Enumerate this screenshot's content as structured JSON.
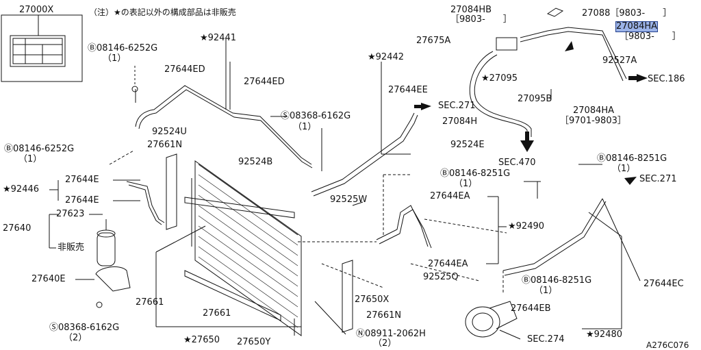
{
  "colors": {
    "ink": "#111111",
    "highlight": "#9bb3e8",
    "highlight_border": "#23408c"
  },
  "note": "（注）★の表記以外の構成部品は非販売",
  "code": "A276C076",
  "labels": {
    "p27000X": "27000X",
    "p08146_6252G_top": "Ⓑ08146-6252G",
    "p08146_6252G_top_qty": "（1）",
    "p92441": "★92441",
    "p27644ED_a": "27644ED",
    "p27644ED_b": "27644ED",
    "p08368_6162G_top": "Ⓢ08368-6162G",
    "p08368_6162G_top_qty": "（1）",
    "p92524U": "92524U",
    "p27661N_top": "27661N",
    "p08146_6252G_mid": "Ⓑ08146-6252G",
    "p08146_6252G_mid_qty": "（1）",
    "p92524B": "92524B",
    "p92446": "★92446",
    "p27644E_a": "27644E",
    "p27644E_b": "27644E",
    "p27623": "27623",
    "p27640": "27640",
    "p_hihanbai": "非販売",
    "p27640E": "27640E",
    "p27661_a": "27661",
    "p27661_b": "27661",
    "p08368_6162G_bot": "Ⓢ08368-6162G",
    "p08368_6162G_bot_qty": "（2）",
    "p27650": "★27650",
    "p27650Y": "27650Y",
    "p08911_2062H": "Ⓝ08911-2062H",
    "p08911_2062H_qty": "（2）",
    "p92525W": "92525W",
    "p08146_8251G_mid": "Ⓑ08146-8251G",
    "p08146_8251G_mid_qty": "（1）",
    "p27644EA_a": "27644EA",
    "p27644EA_b": "27644EA",
    "p92525Q": "92525Q",
    "p27650X": "27650X",
    "p27661N_bot": "27661N",
    "p92442": "★92442",
    "p27644EE": "27644EE",
    "sec271_a": "SEC.271",
    "p27084H": "27084H",
    "p92524E": "92524E",
    "sec470": "SEC.470",
    "p27084HB": "27084HB",
    "p27084HB_date": "［9803-　　］",
    "p27088": "27088［9803-　　］",
    "p27084HA_top": "27084HA",
    "p27084HA_top_date": "［9803-　　］",
    "p27675A": "27675A",
    "p92527A": "92527A",
    "p27095": "★27095",
    "sec186": "SEC.186",
    "p27095B": "27095B",
    "p27084HA_bot": "27084HA",
    "p27084HA_bot_date": "［9701-9803］",
    "p08146_8251G_right": "Ⓑ08146-8251G",
    "p08146_8251G_right_qty": "（1）",
    "sec271_b": "SEC.271",
    "p92490": "★92490",
    "p08146_8251G_low": "Ⓑ08146-8251G",
    "p08146_8251G_low_qty": "（1）",
    "p27644EC": "27644EC",
    "p27644EB": "27644EB",
    "sec274": "SEC.274",
    "p92480": "★92480"
  }
}
